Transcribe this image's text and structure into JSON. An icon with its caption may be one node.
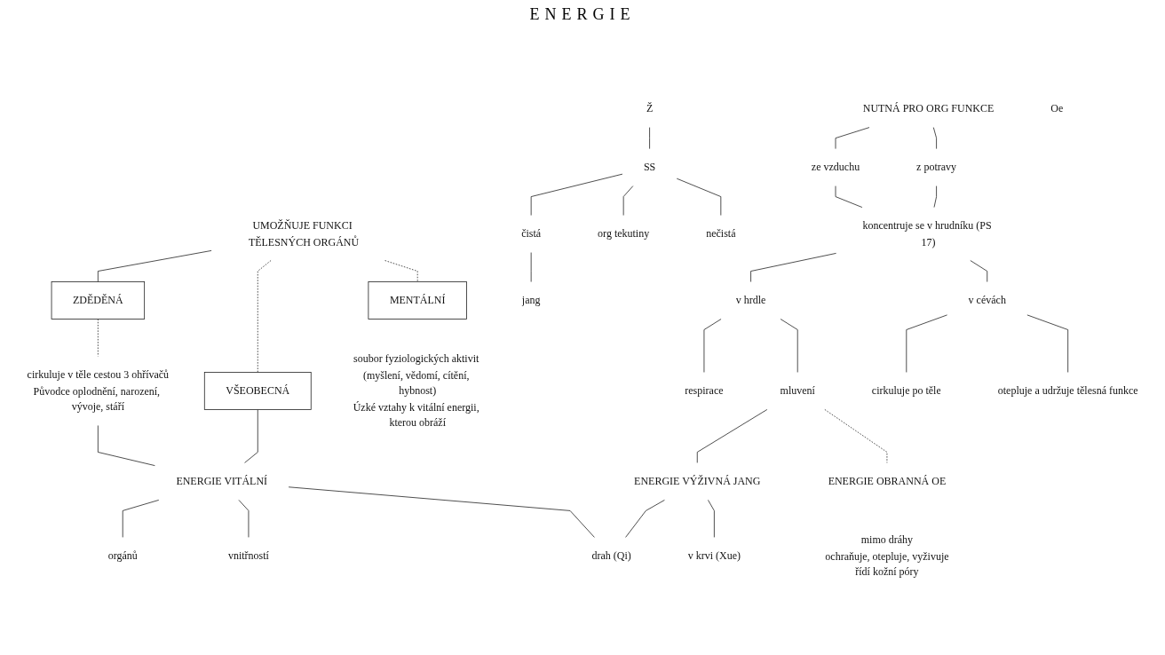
{
  "diagram": {
    "title": "ENERGIE",
    "nodes": [
      {
        "text": [
          "UMOŽŇUJE FUNKCI TĚLESNÝCH ORGÁNŮ"
        ]
      },
      {
        "text": [
          "ZDĚDĚNÁ"
        ]
      },
      {
        "text": [
          "VŠEOBECNÁ"
        ]
      },
      {
        "text": [
          "MENTÁLNÍ"
        ],
        "beside": [
          "soubor fyziologických aktivit (myšlení, vědomí, cítění, hybnost)",
          "Úzké vztahy k vitální energii, kterou obráží"
        ]
      },
      {
        "text": [
          "cirkuluje v těle cestou 3 ohřívačů",
          "Původce oplodnění, narození, vývoje, stáří"
        ]
      },
      {
        "text": [
          "NUTNÁ PRO ORG FUNKCE"
        ]
      },
      {
        "text": [
          "ze vzduchu"
        ]
      },
      {
        "text": [
          "z potravy"
        ]
      },
      {
        "text": [
          "Ž"
        ]
      },
      {
        "text": [
          "SS"
        ]
      },
      {
        "text": [
          "čistá"
        ]
      },
      {
        "text": [
          "nečistá"
        ]
      },
      {
        "text": [
          "jang"
        ]
      },
      {
        "text": [
          "org tekutiny"
        ]
      },
      {
        "text": [
          "Oe"
        ]
      },
      {
        "text": [
          "koncentruje se v hrudníku (PS 17)"
        ]
      },
      {
        "text": [
          "v hrdle"
        ]
      },
      {
        "text": [
          "respirace"
        ]
      },
      {
        "text": [
          "mluvení"
        ]
      },
      {
        "text": [
          "v cévách"
        ]
      },
      {
        "text": [
          "cirkuluje po těle"
        ]
      },
      {
        "text": [
          "otepluje a udržuje tělesná funkce"
        ]
      },
      {
        "text": [
          "ENERGIE VITÁLNÍ"
        ]
      },
      {
        "text": [
          "ENERGIE VÝŽIVNÁ JANG"
        ]
      },
      {
        "text": [
          "ENERGIE OBRANNÁ OE"
        ],
        "beside": [
          "mimo dráhy",
          "ochraňuje, otepluje, vyživuje",
          "řídí kožní póry"
        ]
      },
      {
        "text": [
          "orgánů"
        ]
      },
      {
        "text": [
          "vnitřností"
        ]
      },
      {
        "text": [
          "drah (Qi)"
        ]
      },
      {
        "text": [
          "v krvi (Xue)"
        ]
      }
    ],
    "edges": [
      {
        "from": 0,
        "to": 1,
        "arrow": "none"
      },
      {
        "from": 0,
        "to": 2,
        "arrow": "none",
        "style": "dashed"
      },
      {
        "from": 0,
        "to": 3,
        "arrow": "none",
        "style": "dashed"
      },
      {
        "from": 1,
        "to": 4,
        "arrow": "none",
        "style": "dashed"
      },
      {
        "from": 4,
        "to": 22,
        "arrow": "none"
      },
      {
        "from": 2,
        "to": 22,
        "arrow": "none"
      },
      {
        "from": 5,
        "to": 6,
        "arrow": "none"
      },
      {
        "from": 5,
        "to": 7,
        "arrow": "none"
      },
      {
        "from": 6,
        "to": 15,
        "arrow": "none"
      },
      {
        "from": 7,
        "to": 15,
        "arrow": "none"
      },
      {
        "from": 8,
        "to": 9,
        "arrow": "none"
      },
      {
        "from": 9,
        "to": 10,
        "arrow": "none"
      },
      {
        "from": 9,
        "to": 13,
        "arrow": "none"
      },
      {
        "from": 9,
        "to": 11,
        "arrow": "none"
      },
      {
        "from": 10,
        "to": 12,
        "arrow": "none"
      },
      {
        "from": 15,
        "to": 16,
        "arrow": "none"
      },
      {
        "from": 15,
        "to": 19,
        "arrow": "none"
      },
      {
        "from": 16,
        "to": 17,
        "arrow": "none"
      },
      {
        "from": 16,
        "to": 18,
        "arrow": "none"
      },
      {
        "from": 19,
        "to": 20,
        "arrow": "none"
      },
      {
        "from": 19,
        "to": 21,
        "arrow": "none"
      },
      {
        "from": 18,
        "to": 23,
        "arrow": "none"
      },
      {
        "from": 18,
        "to": 24,
        "arrow": "none",
        "style": "dashed"
      },
      {
        "from": 22,
        "to": 25,
        "arrow": "none"
      },
      {
        "from": 22,
        "to": 26,
        "arrow": "none"
      },
      {
        "from": 22,
        "to": 27,
        "arrow": "none"
      },
      {
        "from": 23,
        "to": 27,
        "arrow": "none"
      },
      {
        "from": 23,
        "to": 28,
        "arrow": "none"
      }
    ]
  }
}
